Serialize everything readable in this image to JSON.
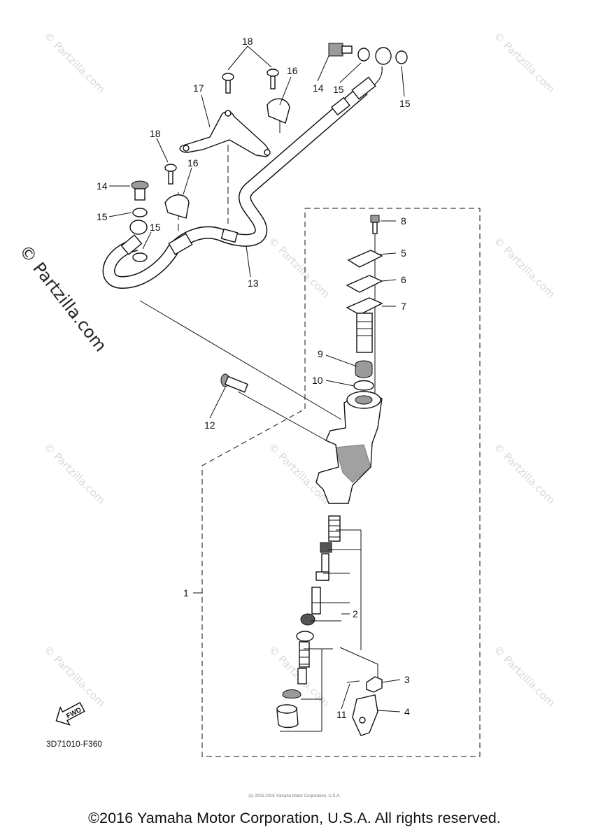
{
  "diagram_code": "3D71010-F360",
  "side_watermark": "© Partzilla.com",
  "tile_watermark": "© Partzilla.com",
  "fwd_label": "FWD",
  "small_notice": "(c) 2005-2016 Yamaha Motor Corporation, U.S.A.",
  "copyright": "©2016 Yamaha Motor Corporation, U.S.A. All rights reserved.",
  "callouts": {
    "c1": "1",
    "c2": "2",
    "c3": "3",
    "c4": "4",
    "c5": "5",
    "c6": "6",
    "c7": "7",
    "c8": "8",
    "c9": "9",
    "c10": "10",
    "c11": "11",
    "c12": "12",
    "c13": "13",
    "c14a": "14",
    "c14b": "14",
    "c15a": "15",
    "c15b": "15",
    "c15c": "15",
    "c15d": "15",
    "c16a": "16",
    "c16b": "16",
    "c17": "17",
    "c18a": "18",
    "c18b": "18"
  }
}
